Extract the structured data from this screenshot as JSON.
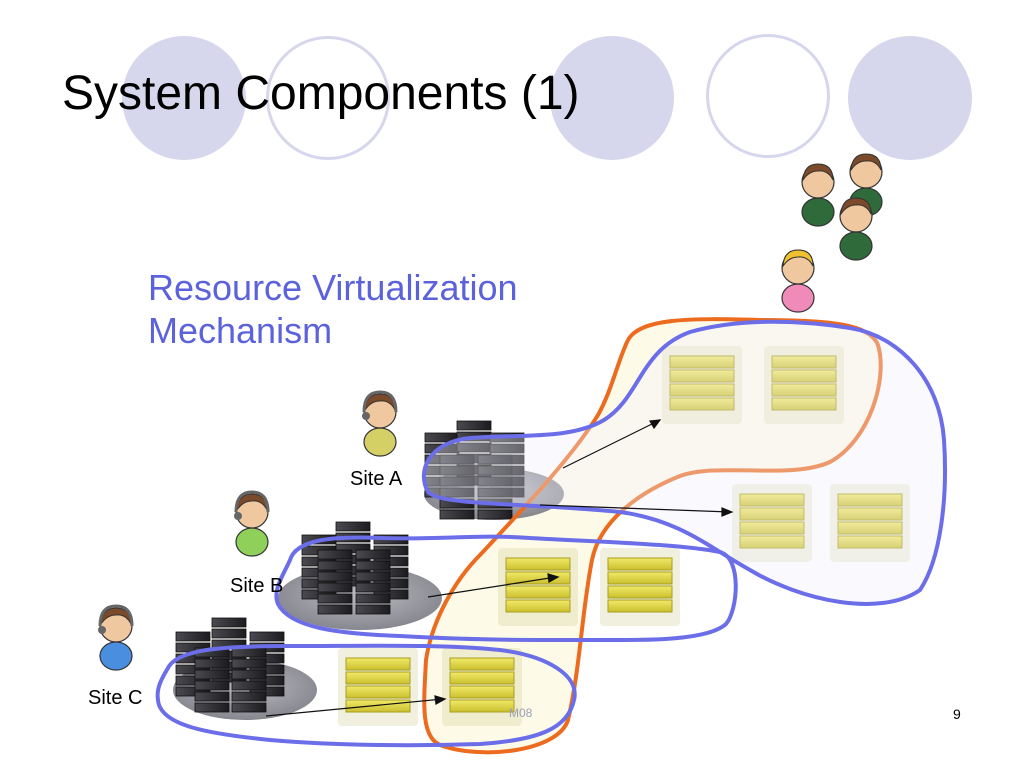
{
  "slide": {
    "title": "System Components (1)",
    "subtitle_lines": [
      "Resource Virtualization",
      "Mechanism"
    ],
    "page_number": "9",
    "footer": "M08"
  },
  "sites": [
    {
      "label": "Site A"
    },
    {
      "label": "Site B"
    },
    {
      "label": "Site C"
    }
  ],
  "colors": {
    "title": "#000000",
    "subtitle": "#5b62dc",
    "decor_circle": "#d6d6ec",
    "virtual_outline": "#6b6ee8",
    "orange_outline": "#ec6b1e",
    "server_dark": "#2e2e32",
    "server_yellow": "#e5dc44",
    "platform": "#8c8c96"
  },
  "icons": [
    "user-headset-icon",
    "server-rack-icon",
    "virtual-server-icon",
    "user-group-icon"
  ]
}
